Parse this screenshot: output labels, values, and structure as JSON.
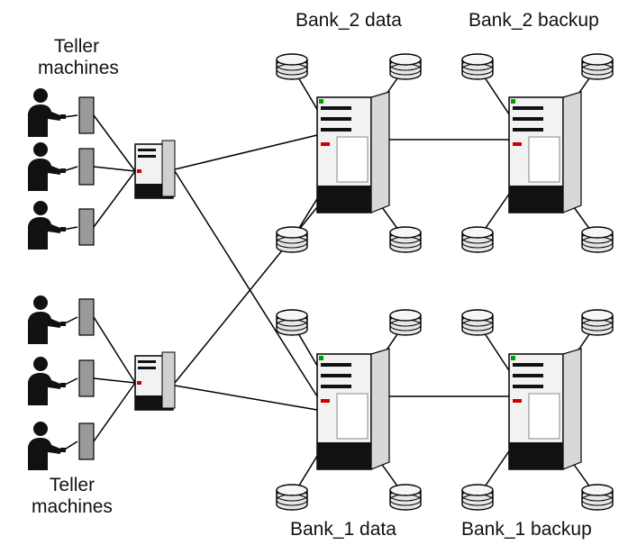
{
  "labels": {
    "teller_top_line1": "Teller",
    "teller_top_line2": "machines",
    "teller_bottom_line1": "Teller",
    "teller_bottom_line2": "machines",
    "bank2_data": "Bank_2 data",
    "bank2_backup": "Bank_2 backup",
    "bank1_data": "Bank_1 data",
    "bank1_backup": "Bank_1 backup"
  },
  "colors": {
    "line": "#000000",
    "server_body": "#f2f2f2",
    "server_dark": "#111111",
    "terminal": "#9a9a9a",
    "disk": "#e6e6e6",
    "led_red": "#cc0000",
    "led_green": "#00a000"
  },
  "icons": {
    "person": "person-icon",
    "teller_terminal": "teller-terminal-icon",
    "switch_server": "switch-server-icon",
    "tower_server": "tower-server-icon",
    "disk": "disk-icon"
  }
}
